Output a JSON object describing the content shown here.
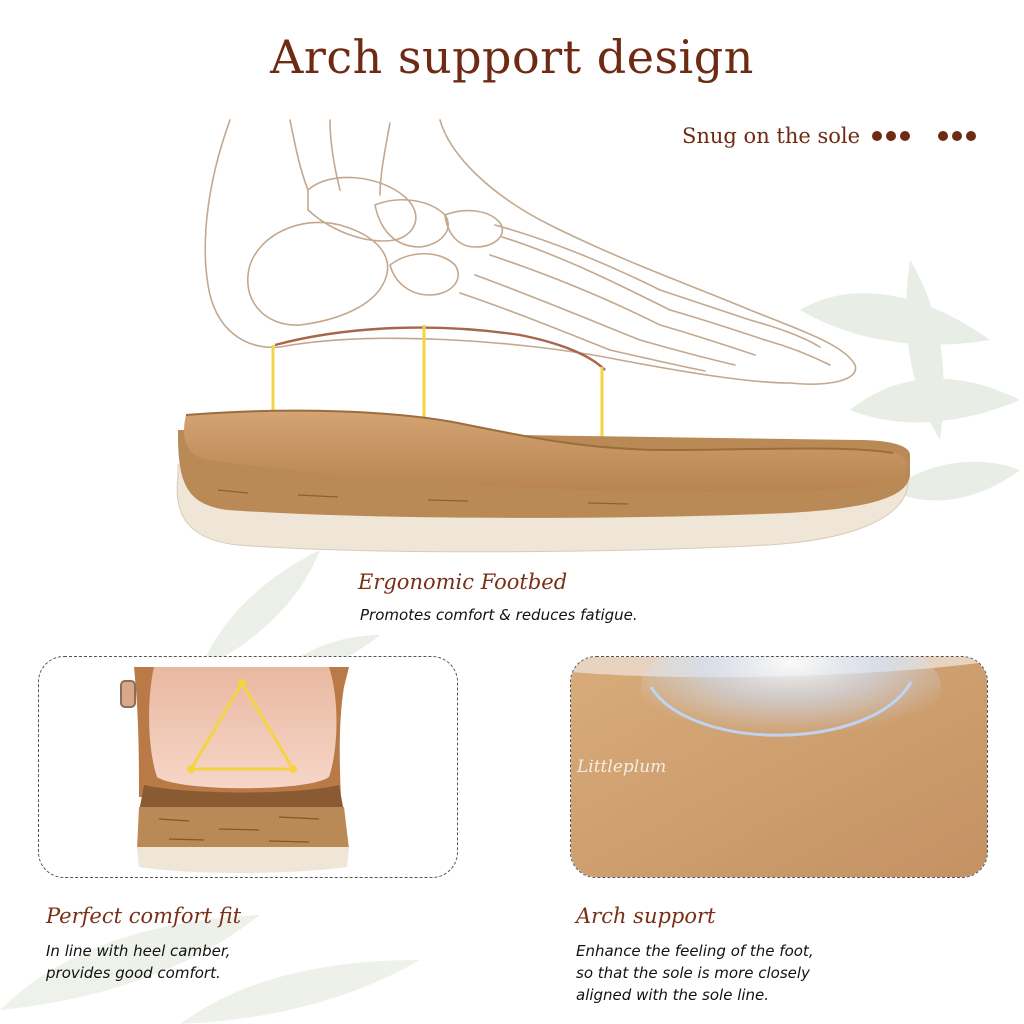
{
  "header": {
    "title": "Arch support design",
    "tagline": "Snug on the sole"
  },
  "footbed": {
    "heading": "Ergonomic Footbed",
    "description": "Promotes comfort & reduces fatigue."
  },
  "left_feature": {
    "heading": "Perfect comfort fit",
    "line1": "In line with heel camber,",
    "line2": "provides good comfort."
  },
  "right_feature": {
    "heading": "Arch support",
    "line1": "Enhance the feeling of the foot,",
    "line2": "so that the sole is more closely",
    "line3": "aligned with the sole line.",
    "brand": "Littleplum"
  },
  "colors": {
    "accent": "#6e2a13",
    "cork": "#b98a55",
    "footbed": "#c89766",
    "outsole": "#efe6d8",
    "highlight": "#f5d443"
  }
}
